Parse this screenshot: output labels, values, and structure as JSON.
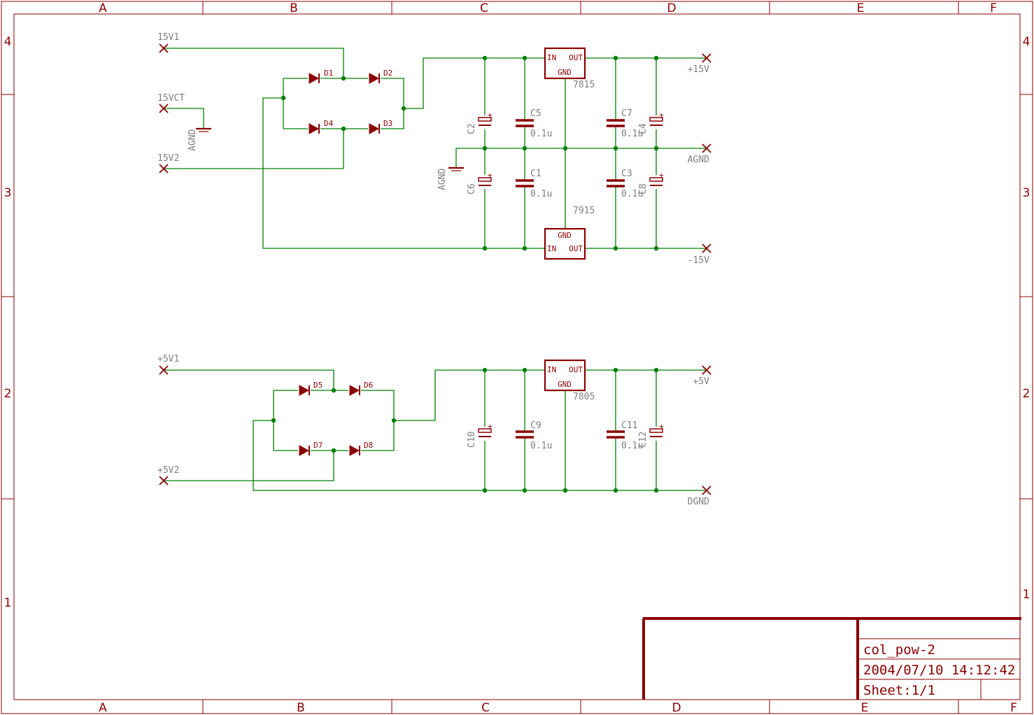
{
  "grid": {
    "columns": [
      "A",
      "B",
      "C",
      "D",
      "E",
      "F"
    ],
    "rows": [
      "4",
      "3",
      "2",
      "1"
    ]
  },
  "nets": {
    "in_15v1": "15V1",
    "in_15vct": "15VCT",
    "in_15v2": "15V2",
    "agnd": "AGND",
    "out_p15": "+15V",
    "out_agnd": "AGND",
    "out_n15": "-15V",
    "in_5v1": "+5V1",
    "in_5v2": "+5V2",
    "out_p5": "+5V",
    "out_dgnd": "DGND"
  },
  "diodes": {
    "d1": "D1",
    "d2": "D2",
    "d3": "D3",
    "d4": "D4",
    "d5": "D5",
    "d6": "D6",
    "d7": "D7",
    "d8": "D8"
  },
  "capacitors": {
    "c1": "C1",
    "c2": "C2",
    "c3": "C3",
    "c4": "C4",
    "c5": "C5",
    "c6": "C6",
    "c7": "C7",
    "c8": "C8",
    "c9": "C9",
    "c10": "C10",
    "c11": "C11",
    "c12": "C12",
    "value": "0.1u"
  },
  "regulators": {
    "r7815": "7815",
    "r7915": "7915",
    "r7805": "7805",
    "pin_in": "IN",
    "pin_out": "OUT",
    "pin_gnd": "GND"
  },
  "title_block": {
    "name": "col_pow-2",
    "datetime": "2004/07/10 14:12:42",
    "sheet": "Sheet:1/1"
  },
  "colors": {
    "frame": "#8b0000",
    "wire": "#008000",
    "label": "#7f7f7f"
  }
}
